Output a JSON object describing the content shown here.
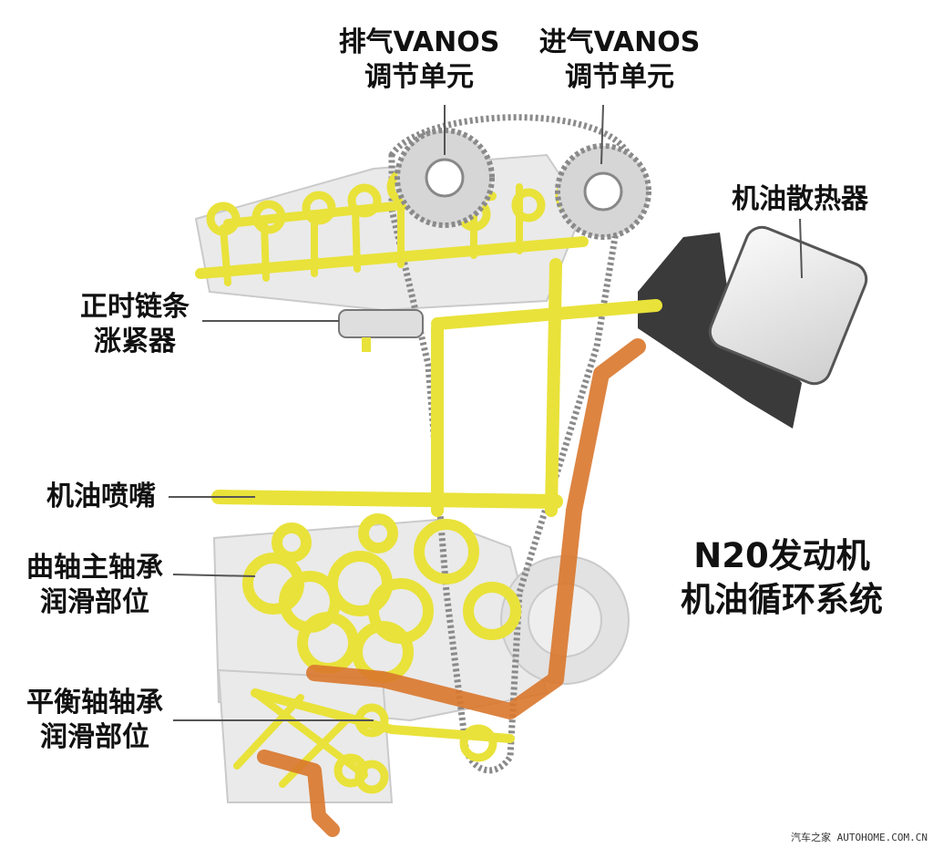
{
  "labels": {
    "exhaust_vanos": [
      "排气VANOS",
      "调节单元"
    ],
    "intake_vanos": [
      "进气VANOS",
      "调节单元"
    ],
    "oil_cooler": [
      "机油散热器"
    ],
    "chain_tensioner": [
      "正时链条",
      "涨紧器"
    ],
    "oil_nozzle": [
      "机油喷嘴"
    ],
    "crank_bearing": [
      "曲轴主轴承",
      "润滑部位"
    ],
    "balance_bearing": [
      "平衡轴轴承",
      "润滑部位"
    ]
  },
  "title": [
    "N20发动机",
    "机油循环系统"
  ],
  "watermark": "汽车之家 AUTOHOME.COM.CN",
  "colors": {
    "oil_yellow": "#e9e23a",
    "oil_orange": "#d9772c",
    "engine_gray": "#cfcfcf",
    "chain": "#8a8a8a",
    "leader": "#555555"
  }
}
